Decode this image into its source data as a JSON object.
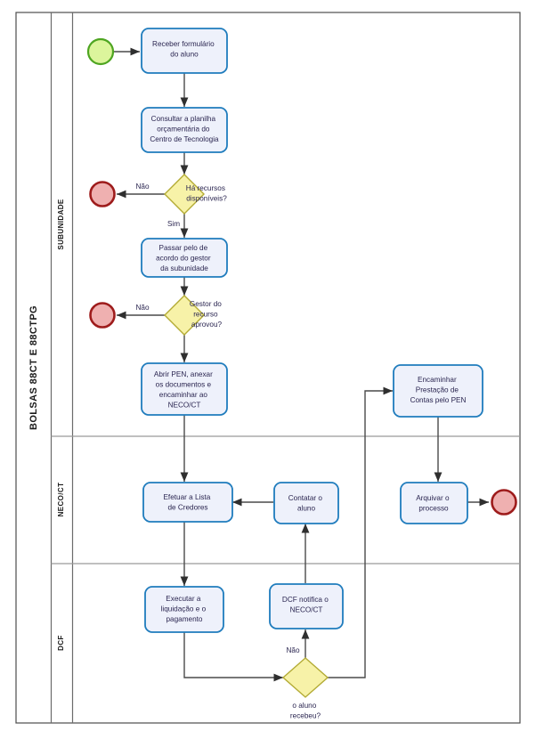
{
  "diagram": {
    "pool_label": "BOLSAS 88CT E 88CTPG",
    "lanes": [
      {
        "id": "subunidade",
        "label": "SUBUNIDADE"
      },
      {
        "id": "neco",
        "label": "NECO/CT"
      },
      {
        "id": "dcf",
        "label": "DCF"
      }
    ],
    "events": {
      "start": {
        "name": "start-event",
        "type": "start"
      },
      "end_sem_recursos": {
        "name": "end-event-sem-recursos",
        "type": "end"
      },
      "end_nao_aprovado": {
        "name": "end-event-nao-aprovado",
        "type": "end"
      },
      "end_arquivado": {
        "name": "end-event-arquivado",
        "type": "end"
      }
    },
    "tasks": {
      "receber": [
        "Receber formulário",
        "do aluno"
      ],
      "consultar": [
        "Consultar a planilha",
        "orçamentária do",
        "Centro de Tecnologia"
      ],
      "passar": [
        "Passar pelo de",
        "acordo do gestor",
        "da subunidade"
      ],
      "abrir_pen": [
        "Abrir PEN, anexar",
        "os documentos e",
        "encaminhar ao",
        "NECO/CT"
      ],
      "efetuar_lista": [
        "Efetuar a Lista",
        "de Credores"
      ],
      "contatar": [
        "Contatar o",
        "aluno"
      ],
      "encaminhar_prestacao": [
        "Encaminhar",
        "Prestação de",
        "Contas pelo PEN"
      ],
      "arquivar": [
        "Arquivar o",
        "processo"
      ],
      "executar": [
        "Executar a",
        "liquidação e o",
        "pagamento"
      ],
      "dcf_notifica": [
        "DCF notifica o",
        "NECO/CT"
      ]
    },
    "gateways": {
      "ha_recursos": [
        "Há recursos",
        "disponíveis?"
      ],
      "gestor_aprovou": [
        "Gestor do",
        "recurso",
        "aprovou?"
      ],
      "aluno_recebeu": [
        "o aluno",
        "recebeu?"
      ]
    },
    "flow_labels": {
      "nao_recursos": "Não",
      "sim_recursos": "Sim",
      "nao_aprovou": "Não",
      "nao_recebeu": "Não"
    },
    "colors": {
      "task_fill": "#eef1fb",
      "task_stroke": "#1f7cbd",
      "gateway_fill": "#f7f2a8",
      "gateway_stroke": "#b3ab34",
      "start_fill": "#dcf59c",
      "start_stroke": "#4ea521",
      "end_fill": "#efb0b0",
      "end_stroke": "#9e1c1c",
      "flow_stroke": "#4a4a4a"
    }
  }
}
